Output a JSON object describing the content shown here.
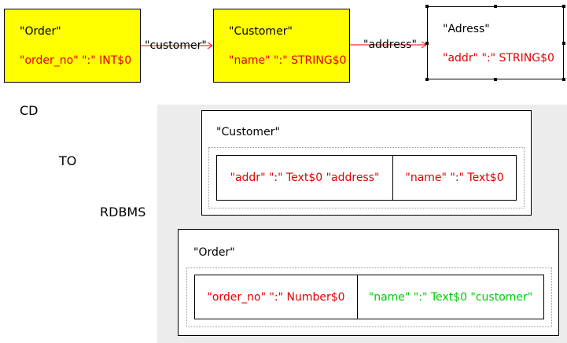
{
  "side_text": [
    "CD",
    "TO",
    "RDBMS"
  ],
  "classes": [
    {
      "title": "\"Order\"",
      "attr": "\"order_no\" \":\" INT$0"
    },
    {
      "title": "\"Customer\"",
      "attr": "\"name\" \":\" STRING$0"
    },
    {
      "title": "\"Adress\"",
      "attr": "\"addr\" \":\" STRING$0"
    }
  ],
  "associations": [
    "\"customer\"",
    "\"address\""
  ],
  "tables": [
    {
      "title": "\"Customer\"",
      "cells": [
        "\"addr\" \":\" Text$0  \"address\"",
        "\"name\" \":\" Text$0"
      ]
    },
    {
      "title": "\"Order\"",
      "cells": [
        "\"order_no\" \":\" Number$0",
        "\"name\" \":\" Text$0  \"customer\""
      ]
    }
  ],
  "colors": {
    "class_fill": "#ffff00",
    "attr_text": "#e00000",
    "fk_text": "#00cc00",
    "arrow": "#ff0000"
  }
}
